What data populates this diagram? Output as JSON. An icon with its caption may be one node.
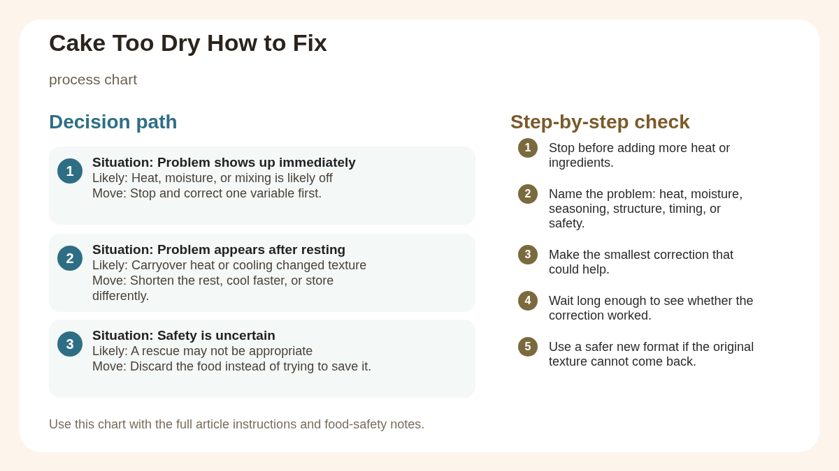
{
  "diagram": {
    "title": "Cake Too Dry How to Fix",
    "nodes": [
      {
        "text": [
          "Situation: Problem shows up immediately",
          "Likely: Heat, moisture, or mixing is likely off",
          "Move: Stop and correct one variable first."
        ]
      },
      {
        "text": [
          "1"
        ],
        "in": 0
      },
      {
        "text": [
          "Situation: Problem appears after resting",
          "Likely: Carryover heat or cooling changed texture",
          "Move: Shorten the rest, cool faster, or store differently."
        ]
      },
      {
        "text": [
          "2"
        ],
        "in": 2
      },
      {
        "text": [
          "Situation: Safety is uncertain",
          "Likely: A rescue may not be appropriate",
          "Move: Discard the food instead of trying to save it."
        ]
      },
      {
        "text": [
          "3"
        ],
        "in": 4
      },
      {
        "text": [
          "1"
        ],
        "beside": [
          "Stop before adding more heat or ingredients."
        ]
      },
      {
        "text": [
          "2"
        ],
        "beside": [
          "Name the problem: heat, moisture, seasoning, structure, timing, or safety."
        ]
      },
      {
        "text": [
          "3"
        ],
        "beside": [
          "Make the smallest correction that could help."
        ]
      },
      {
        "text": [
          "4"
        ],
        "beside": [
          "Wait long enough to see whether the correction worked."
        ]
      },
      {
        "text": [
          "5"
        ],
        "beside": [
          "Use a safer new format if the original texture cannot come back."
        ]
      }
    ],
    "labels": [
      "process chart",
      "Decision path",
      "Step-by-step check",
      "Use this chart with the full article instructions and food-safety notes."
    ]
  }
}
